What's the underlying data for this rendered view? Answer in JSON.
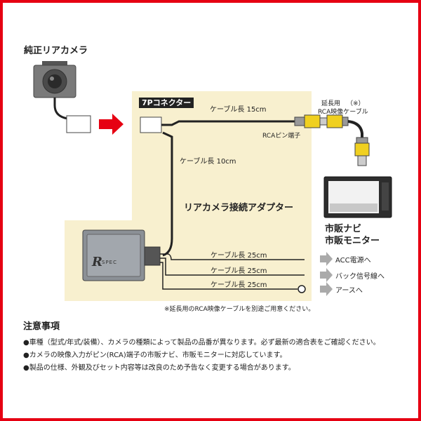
{
  "title_camera": "純正リアカメラ",
  "connector_label": "7Pコネクター",
  "cable_15": "ケーブル長 15cm",
  "rca_pin": "RCAピン端子",
  "ext_cable": {
    "mark": "（※）",
    "line1": "延長用",
    "line2": "RCA映像ケーブル"
  },
  "cable_10": "ケーブル長 10cm",
  "adapter_title": "リアカメラ接続アダプター",
  "monitor": {
    "line1": "市販ナビ",
    "line2": "市販モニター"
  },
  "adapter_logo": "SPEC",
  "wires": [
    {
      "cable": "ケーブル長 25cm",
      "target": "ACC電源へ"
    },
    {
      "cable": "ケーブル長 25cm",
      "target": "バック信号線へ"
    },
    {
      "cable": "ケーブル長 25cm",
      "target": "アースへ"
    }
  ],
  "footnote": "※延長用のRCA映像ケーブルを別途ご用意ください。",
  "notes_title": "注意事項",
  "notes": [
    "●車種（型式/年式/装備）、カメラの種類によって製品の品番が異なります。必ず最新の適合表をご確認ください。",
    "●カメラの映像入力がピン(RCA)端子の市販ナビ、市販モニターに対応しています。",
    "●製品の仕様、外観及びセット内容等は改良のため予告なく変更する場合があります。"
  ],
  "colors": {
    "frame": "#e60012",
    "panel": "#f8f0cf",
    "arrow": "#e60012",
    "rca_yellow": "#f0d020",
    "output_arrow": "#aaaaaa"
  }
}
